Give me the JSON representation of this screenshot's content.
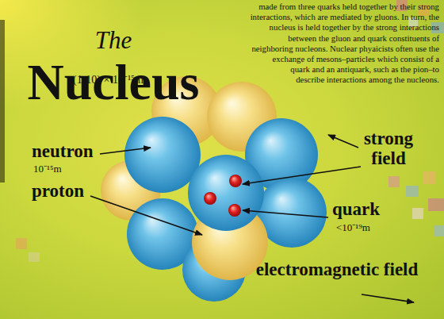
{
  "diagram": {
    "title": "The Nucleus",
    "labels": [
      "made from three quarks held together by their strong interactions, which are mediated by gluons. In turn, the nucleus is held together by the strong interactions between the gluon and quark constituents of neighboring nucleons. Nuclear phyaicists often use the exchange of mesons–particles which consist of a quark and an antiquark, such as the pion–to describe interactions among the nucleons.",
      "(1-10) × 10⁻¹⁵m",
      "neutron",
      "10⁻¹⁵m",
      "proton",
      "strong field",
      "quark",
      "<10⁻¹⁹m",
      "electromagnetic field"
    ]
  }
}
